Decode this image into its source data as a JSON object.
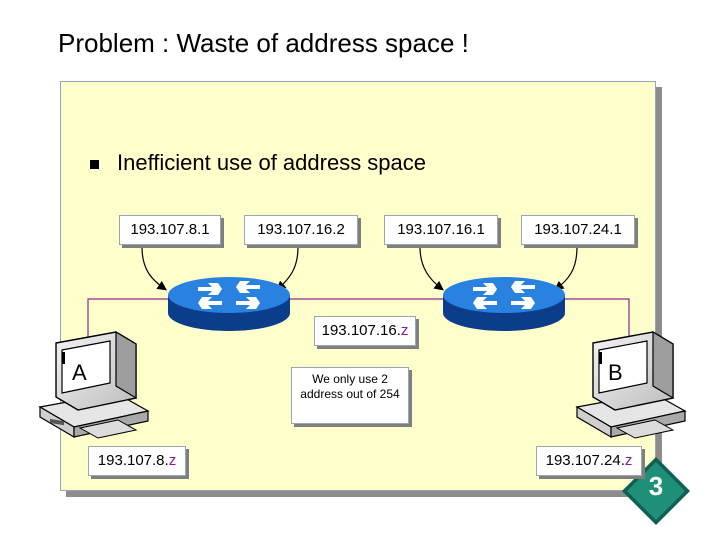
{
  "slide": {
    "title": "Problem : Waste of address space !",
    "bullet": "Inefficient use of address space",
    "page_number": "3"
  },
  "labels": {
    "left_a": "193.107.8.1",
    "left_b": "193.107.16.2",
    "right_a": "193.107.16.1",
    "right_b": "193.107.24.1",
    "middle_prefix": "193.107.16.",
    "middle_suffix": "z",
    "host_a_prefix": "193.107.8.",
    "host_a_suffix": "z",
    "host_b_prefix": "193.107.24.",
    "host_b_suffix": "z"
  },
  "note": "We only use 2 address out of 254",
  "hosts": {
    "a": "A",
    "b": "B"
  },
  "colors": {
    "panel": "#ffffcc",
    "router": "#1a6fd1",
    "link_line": "#8a2a8a",
    "z_suffix": "#8a1a9a",
    "badge": "#1a7a6a"
  }
}
